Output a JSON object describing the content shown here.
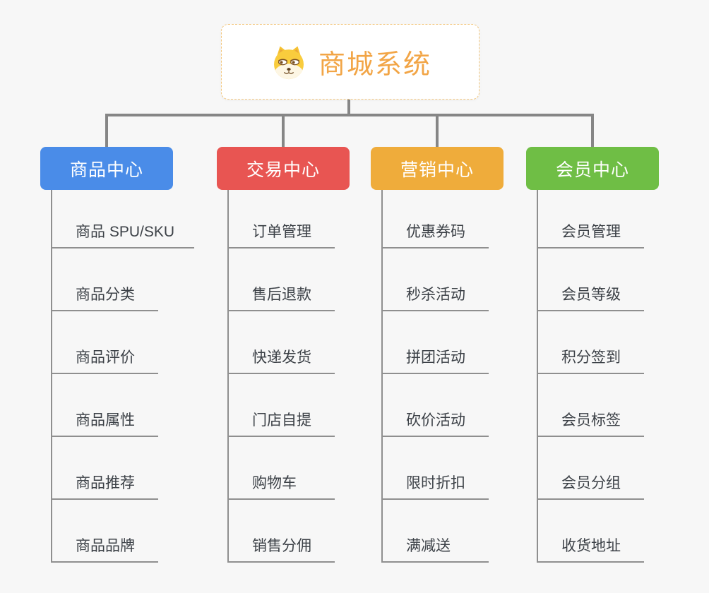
{
  "canvas": {
    "background": "#f7f7f7",
    "connector_color": "#868686",
    "leaf_line_color": "#8f8f8f",
    "leaf_text_color": "#3c4147"
  },
  "root": {
    "title": "商城系统",
    "icon": "shiba-dog-icon",
    "text_color": "#f2a546",
    "border_color": "#f3c77e",
    "background": "#ffffff"
  },
  "branches": [
    {
      "label": "商品中心",
      "color": "#4a8ce8",
      "items": [
        "商品 SPU/SKU",
        "商品分类",
        "商品评价",
        "商品属性",
        "商品推荐",
        "商品品牌"
      ]
    },
    {
      "label": "交易中心",
      "color": "#e85552",
      "items": [
        "订单管理",
        "售后退款",
        "快递发货",
        "门店自提",
        "购物车",
        "销售分佣"
      ]
    },
    {
      "label": "营销中心",
      "color": "#efac3b",
      "items": [
        "优惠券码",
        "秒杀活动",
        "拼团活动",
        "砍价活动",
        "限时折扣",
        "满减送"
      ]
    },
    {
      "label": "会员中心",
      "color": "#6fbe45",
      "items": [
        "会员管理",
        "会员等级",
        "积分签到",
        "会员标签",
        "会员分组",
        "收货地址"
      ]
    }
  ]
}
